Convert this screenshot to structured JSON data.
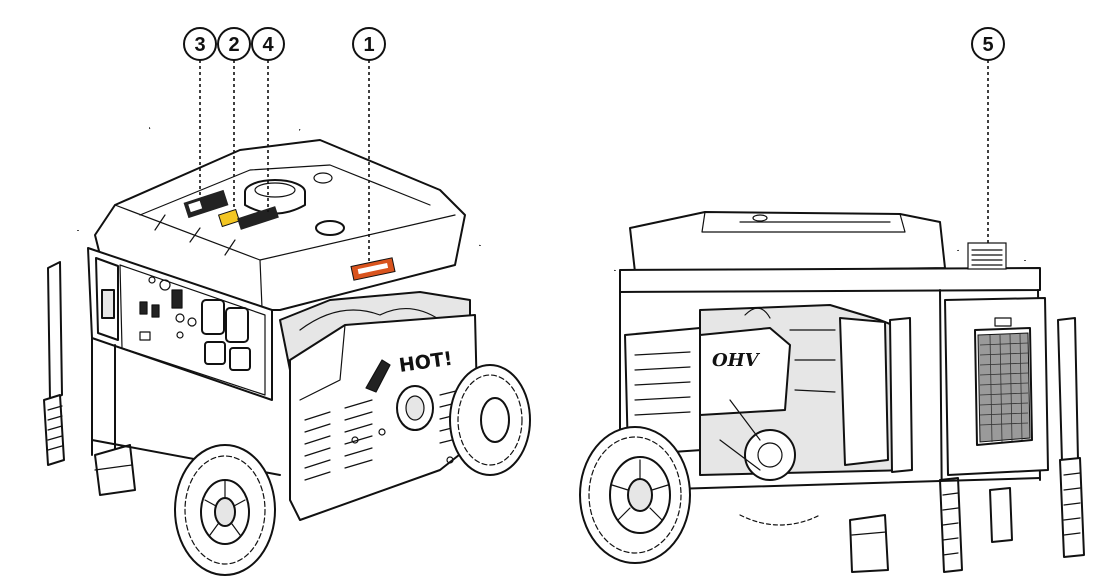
{
  "callouts": [
    {
      "id": "1",
      "label": "1"
    },
    {
      "id": "2",
      "label": "2"
    },
    {
      "id": "3",
      "label": "3"
    },
    {
      "id": "4",
      "label": "4"
    },
    {
      "id": "5",
      "label": "5"
    }
  ],
  "engine_text": {
    "hot_label": "HOT!",
    "ohv_label": "OHV"
  },
  "colors": {
    "label_accent": "#d9541e",
    "label_yellow": "#f3c623",
    "ink": "#111111"
  }
}
